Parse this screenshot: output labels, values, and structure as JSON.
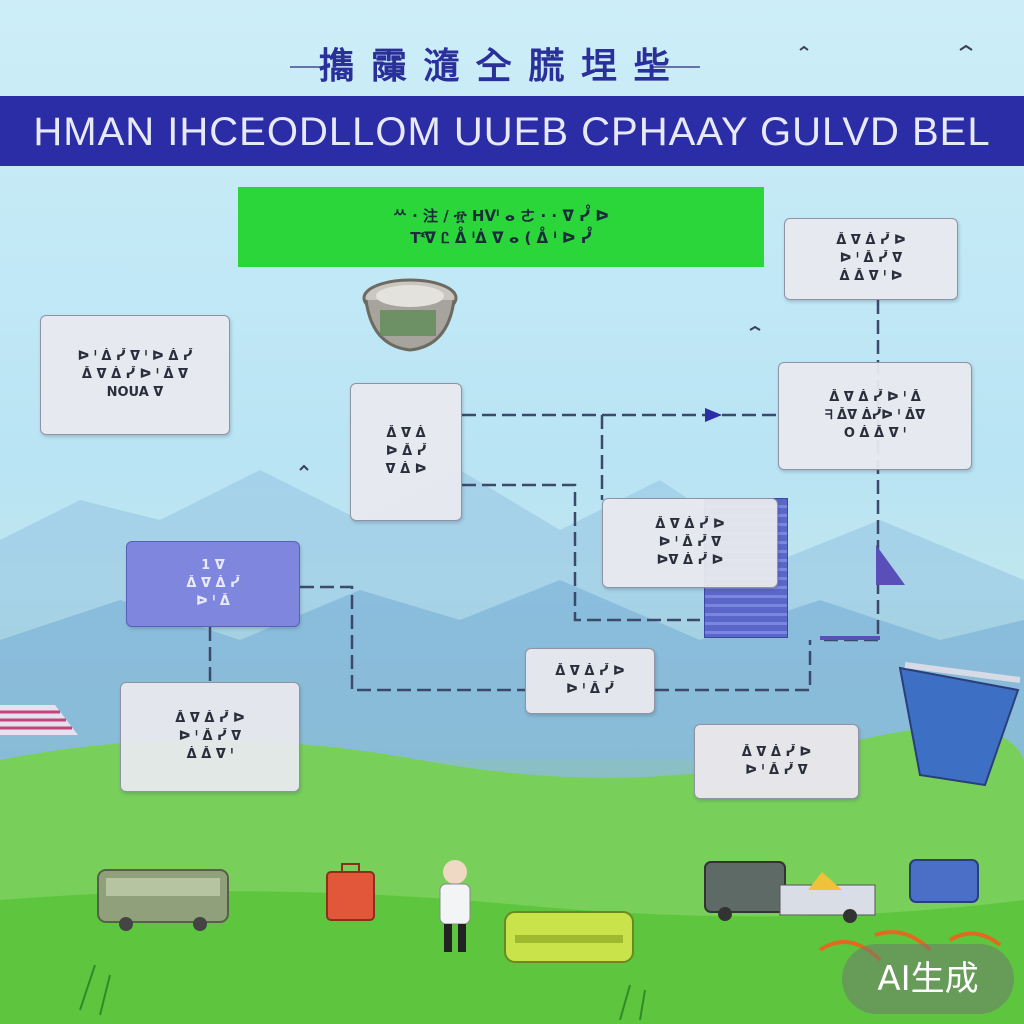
{
  "header": {
    "title": "㩦 䨯 㵦 㒰 㬻 㘿 㘹",
    "banner": "HMAN IHCEODLLOM UUEB CPHAAY GULVD BEL"
  },
  "green_box": {
    "line1": "ᄊ · 注 / ፹ Hᐯᑊ ⴰ ㄜ · · ᐁ ᓮ ᐅ",
    "line2": "Tᓫᐁ Ꮭ ᐂ ᑊᐄ ᐁ ⴰ ( ᐂ ᑊ ᐅ ᓮ"
  },
  "cards": {
    "left_top": {
      "line1": "ᐅ ᑊ ᐄ ᓮ ᐁ ᑊ ᐅ ᐄ ᓮ",
      "line2": "ᐂ ᐁ ᐄ ᓮ ᐅ ᑊ ᐂ ᐁ",
      "line3": "NOUA ᐁ"
    },
    "center_top": {
      "line1": "ᐂ ᐁ ᐄ",
      "line2": "ᐅ ᐂ ᓮ",
      "line3": "ᐁ ᐄ ᐅ"
    },
    "right_top": {
      "line1": "ᐂ ᐁ ᐄ ᓮ ᐅ",
      "line2": "ᐅ ᑊ ᐂ ᓮ ᐁ",
      "line3": "ᐄ ᐂ ᐁ ᑊ ᐅ"
    },
    "right_mid": {
      "line1": "ᐂ ᐁ ᐄ ᓮ ᐅ ᑊ ᐂ",
      "line2": "ᖷ ᐂᐁ ᐄᓮᐅ ᑊ ᐂᐁ",
      "line3": "O ᐄ ᐂ ᐁ ᑊ"
    },
    "center_mid": {
      "line1": "ᐂ ᐁ ᐄ ᓮ ᐅ",
      "line2": "ᐅ ᑊ ᐂ ᓮ ᐁ",
      "line3": "ᐅᐁ ᐄ ᓮ ᐅ"
    },
    "left_mid": {
      "line1": "1 ᐁ",
      "line2": "ᐂ ᐁ ᐄ ᓮ",
      "line3": "ᐅ ᑊ ᐂ"
    },
    "left_bottom": {
      "line1": "ᐂ ᐁ ᐄ ᓮ ᐅ",
      "line2": "ᐅ ᑊ ᐂ ᓮ ᐁ",
      "line3": "ᐄ ᐂ ᐁ ᑊ"
    },
    "center_bottom": {
      "line1": "ᐂ ᐁ ᐄ ᓮ ᐅ",
      "line2": "ᐅ ᑊ ᐂ ᓮ"
    },
    "right_bottom": {
      "line1": "ᐂ ᐁ ᐄ ᓮ ᐅ",
      "line2": "ᐅ ᑊ ᐂ ᓮ ᐁ"
    }
  },
  "badge": {
    "label": "AI生成"
  },
  "colors": {
    "banner": "#2b2da6",
    "green_box": "#2ad63a",
    "purple_card": "#7f86dd",
    "connector": "#3b4a6b",
    "grass": "#6fcf4f"
  },
  "icons": [
    "cooking-pot-icon",
    "trash-bin-icon",
    "bus-icon",
    "suitcase-icon",
    "person-icon",
    "truck-icon"
  ]
}
